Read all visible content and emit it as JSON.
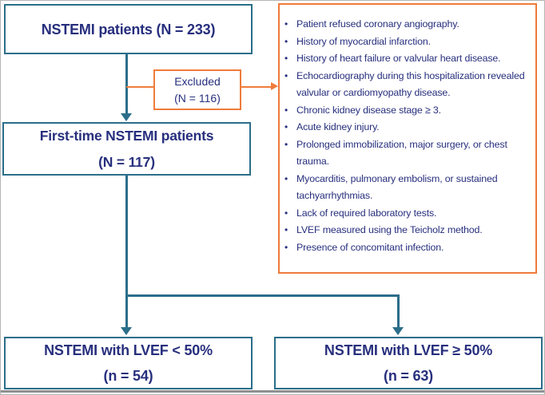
{
  "figure": {
    "type": "patient-flow-diagram",
    "bullet_glyph": "•"
  },
  "palette": {
    "box_border_teal": "#2b6e8a",
    "text_navy": "#272f7d",
    "accent_orange": "#ef7b3b",
    "frame_gray": "#b5b5b5",
    "bottom_bar_gray": "#8f8f8f"
  },
  "flow": {
    "total": {
      "title": "NSTEMI patients (N = 233)"
    },
    "excluded": {
      "line1": "Excluded",
      "line2": "(N = 116)"
    },
    "first_time": {
      "line1": "First-time NSTEMI patients",
      "line2": "(N = 117)"
    },
    "lvef_low": {
      "line1": "NSTEMI with LVEF < 50%",
      "line2": "(n = 54)"
    },
    "lvef_high": {
      "line1": "NSTEMI with LVEF ≥ 50%",
      "line2": "(n = 63)"
    }
  },
  "exclusion_criteria": [
    "Patient refused coronary angiography.",
    "History of myocardial infarction.",
    "History of heart failure or valvular heart disease.",
    "Echocardiography during this hospitalization revealed valvular or cardiomyopathy disease.",
    "Chronic kidney disease stage ≥ 3.",
    "Acute kidney injury.",
    "Prolonged immobilization, major surgery, or chest trauma.",
    "Myocarditis, pulmonary embolism, or sustained tachyarrhythmias.",
    "Lack of required laboratory tests.",
    "LVEF measured using the Teicholz method.",
    "Presence of concomitant infection."
  ]
}
